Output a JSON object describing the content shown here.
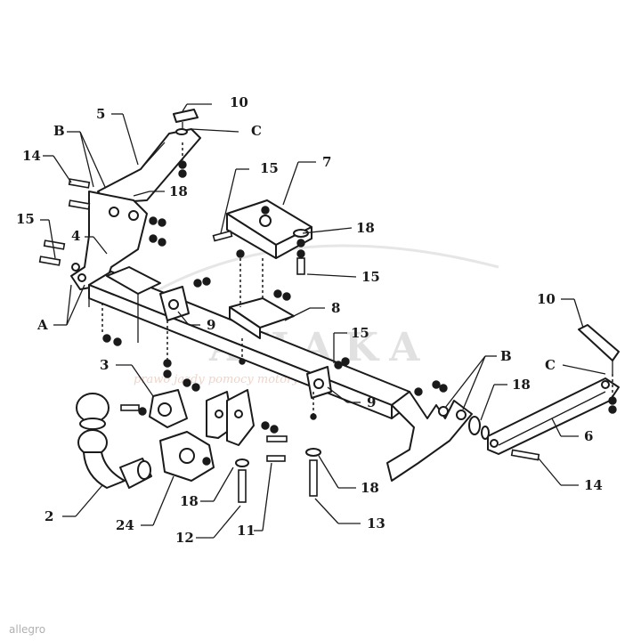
{
  "labels": {
    "l10a": "10",
    "l5": "5",
    "lCa": "C",
    "lB1": "B",
    "l14a": "14",
    "l18a": "18",
    "l15a": "15",
    "l4": "4",
    "lA": "A",
    "l15b": "15",
    "l7": "7",
    "l18b": "18",
    "l15c": "15",
    "l9a": "9",
    "l8": "8",
    "l3": "3",
    "l15d": "15",
    "l9b": "9",
    "lB2": "B",
    "l10b": "10",
    "lCb": "C",
    "l18c": "18",
    "l6": "6",
    "l14b": "14",
    "l2": "2",
    "l24": "24",
    "l18d": "18",
    "l18e": "18",
    "l12": "12",
    "l11": "11",
    "l13": "13"
  },
  "watermark": {
    "brand": "AHAKA",
    "tagline": "prawo jazdy pomocy motoryzacja"
  },
  "footer": {
    "credit": "allegro"
  }
}
